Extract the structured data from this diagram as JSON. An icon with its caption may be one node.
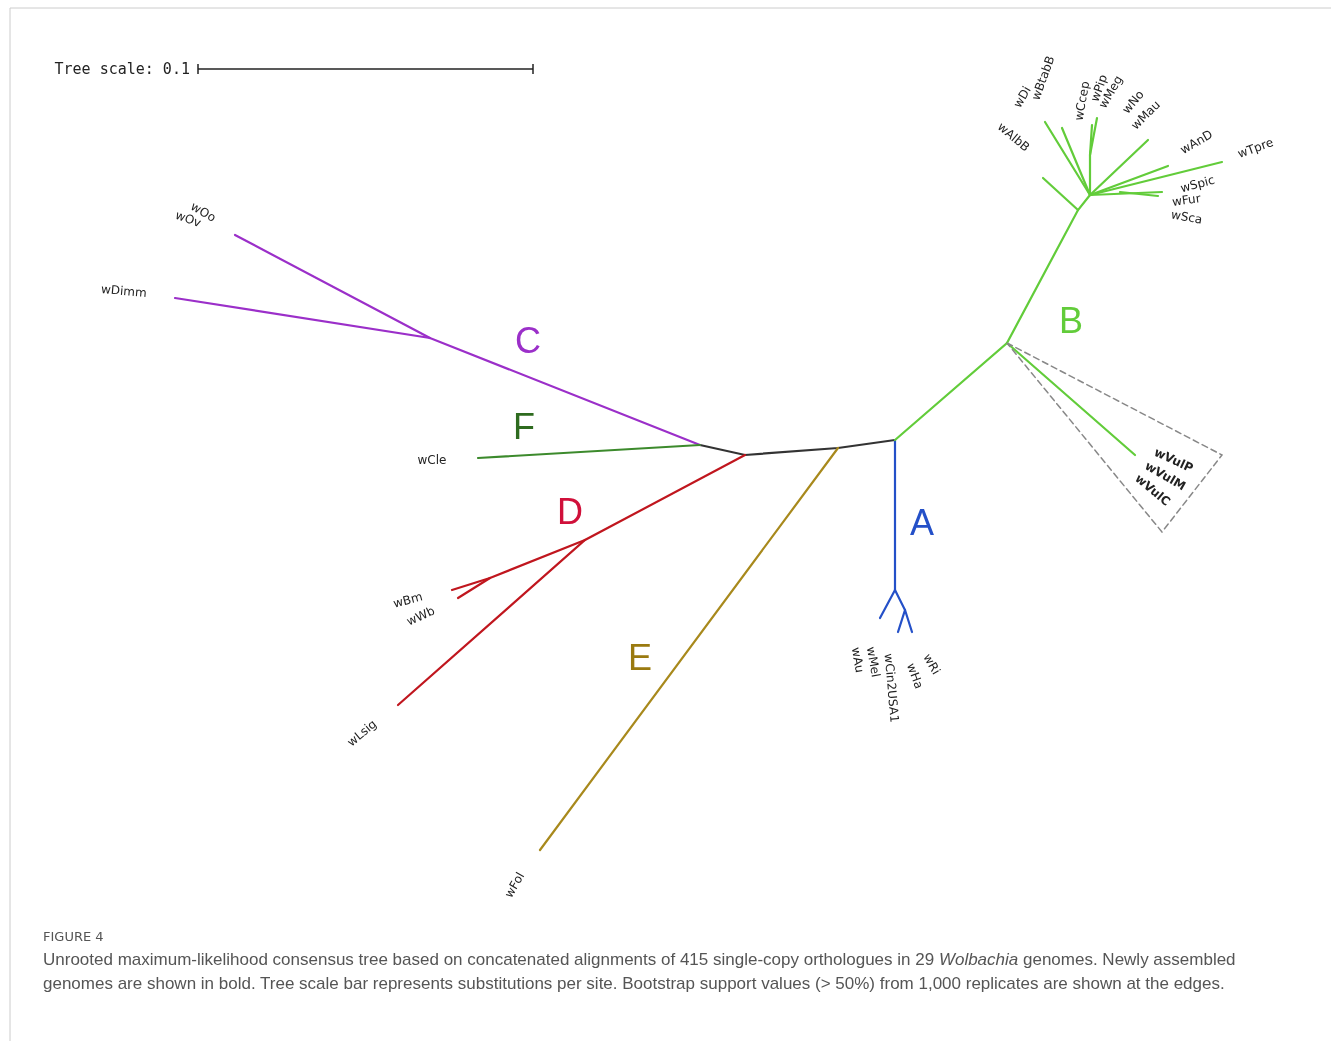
{
  "diagram": {
    "title": "FIGURE 4",
    "caption": "Unrooted maximum-likelihood consensus tree based on concatenated alignments of 415 single-copy orthologues in 29 *Wolbachia* genomes. Newly assembled genomes are shown in bold. Tree scale bar represents substitutions per site. Bootstrap support values (> 50%) from 1,000 replicates are shown at the edges.",
    "labels": [
      "Tree scale: 0.1",
      "wBtabB",
      "wDi",
      "wCcep",
      "wPip",
      "wMeg",
      "wNo",
      "wMau",
      "wAnD",
      "wTpre",
      "wAlbB",
      "wSpic",
      "wFur",
      "wSca",
      "wOo",
      "wOv",
      "wDimm",
      "B",
      "C",
      "F",
      "wCle",
      "wVulP",
      "wVulM",
      "wVulC",
      "D",
      "A",
      "wBm",
      "wWb",
      "E",
      "wAu",
      "wMel",
      "wCin2USA1",
      "wHa",
      "wRi",
      "wLsig",
      "wFol"
    ]
  }
}
